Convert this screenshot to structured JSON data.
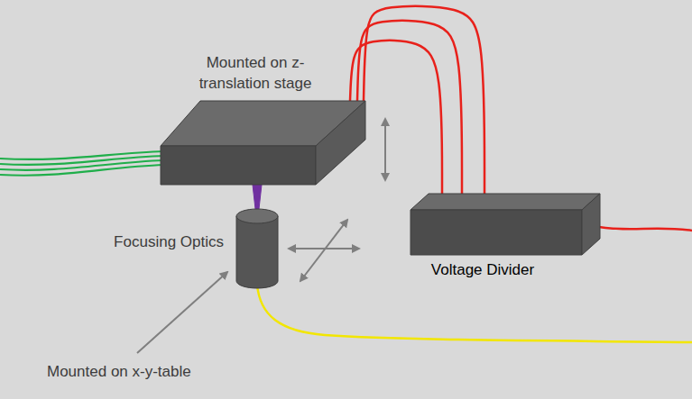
{
  "diagram": {
    "nodes": [
      {
        "text": [
          "Mounted on z-translation stage"
        ]
      },
      {
        "text": [
          "Focusing Optics"
        ]
      },
      {
        "text": [
          "Voltage Divider"
        ]
      }
    ],
    "edges": [
      {
        "from": 0,
        "to": 2,
        "arrow": "none"
      },
      {
        "from": 0,
        "to": 2,
        "arrow": "none"
      },
      {
        "from": 0,
        "to": 2,
        "arrow": "none"
      },
      {
        "from": 0,
        "to": 1,
        "arrow": "none"
      }
    ],
    "labels": [
      "Mounted on x-y-table"
    ]
  }
}
